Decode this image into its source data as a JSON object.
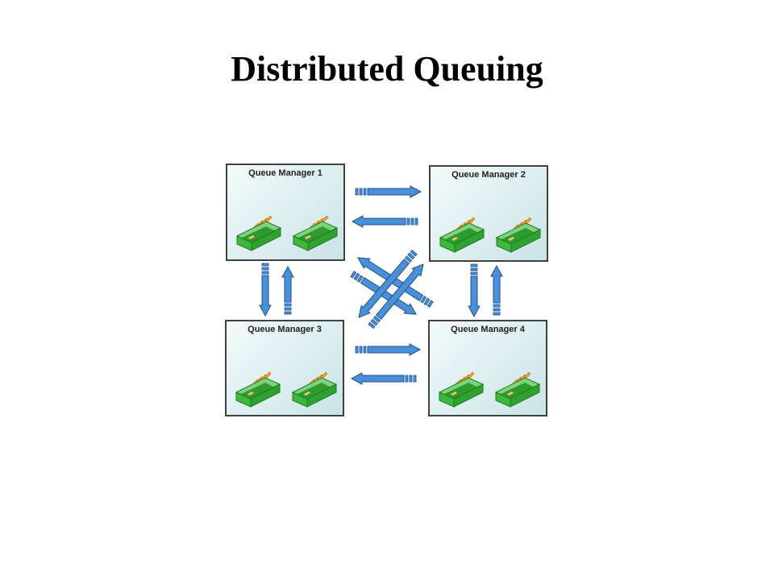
{
  "title": "Distributed Queuing",
  "queue_managers": [
    {
      "label": "Queue Manager 1"
    },
    {
      "label": "Queue Manager 2"
    },
    {
      "label": "Queue Manager 3"
    },
    {
      "label": "Queue Manager 4"
    }
  ],
  "colors": {
    "box_border": "#404040",
    "box_fill": "#dceef0",
    "arrow_fill": "#4a90d9",
    "arrow_stroke": "#1f4f8a",
    "queue_green": "#3cb83c",
    "queue_dark_green": "#1e7a1e",
    "message_orange": "#f5a623"
  },
  "icons": [
    "queue-icon",
    "arrow-icon"
  ]
}
